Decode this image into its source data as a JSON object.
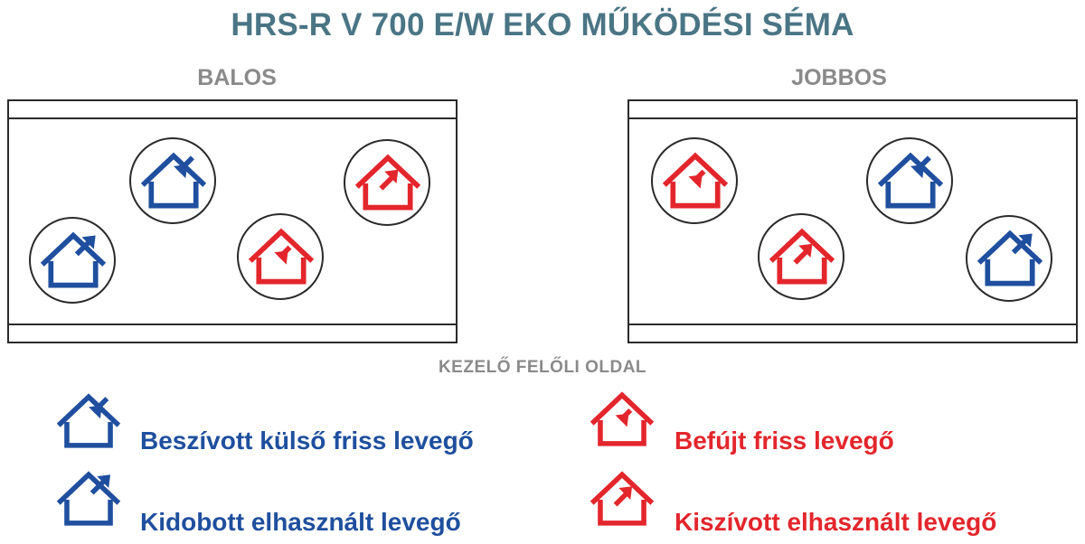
{
  "title": "HRS-R V 700 E/W EKO MŰKÖDÉSI SÉMA",
  "left_unit": {
    "label": "BALOS"
  },
  "right_unit": {
    "label": "JOBBOS"
  },
  "operator_side_label": "KEZELŐ FELŐLI OLDAL",
  "legend": {
    "outdoor_fresh_intake": {
      "label": "Beszívott külső friss levegő",
      "color": "#1f4f9e",
      "icon": "house-arrow-in-blue-icon"
    },
    "exhaust_discharged": {
      "label": "Kidobott elhasznált levegő",
      "color": "#1f4f9e",
      "icon": "house-arrow-out-blue-icon"
    },
    "supply_fresh": {
      "label": "Befújt friss levegő",
      "color": "#e3262c",
      "icon": "house-arrow-in-red-icon"
    },
    "extract_used": {
      "label": "Kiszívott elhasznált levegő",
      "color": "#e3262c",
      "icon": "house-arrow-out-red-icon"
    }
  },
  "colors": {
    "blue": "#1f4f9e",
    "red": "#e3262c",
    "title": "#4a7585",
    "gray": "#8a8a8a"
  }
}
